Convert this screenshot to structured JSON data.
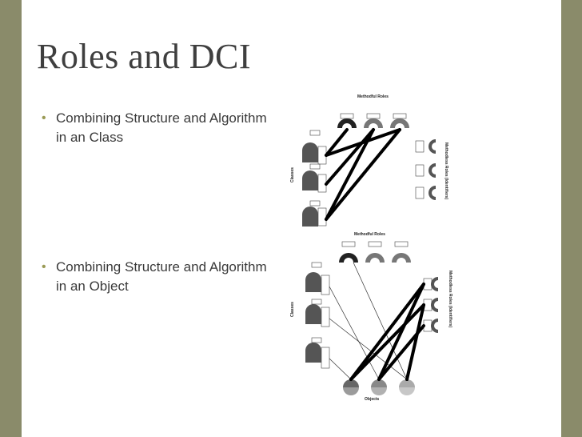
{
  "slide": {
    "title": "Roles and DCI",
    "bullets": [
      "Combining Structure and Algorithm in an Class",
      "Combining Structure and Algorithm in an Object"
    ],
    "bullet_glyph": "•"
  },
  "figure_class": {
    "top_label": "Methodful Roles",
    "left_label": "Classes",
    "right_label": "Methodless Roles (Identifiers)"
  },
  "figure_object": {
    "top_label": "Methodful Roles",
    "left_label": "Classes",
    "right_label": "Methodless Roles (Identifiers)",
    "bottom_label": "Objects"
  },
  "colors": {
    "side_bar": "#8a8b6a",
    "title": "#3f3f3f",
    "bullet_dot": "#9a9a55"
  }
}
